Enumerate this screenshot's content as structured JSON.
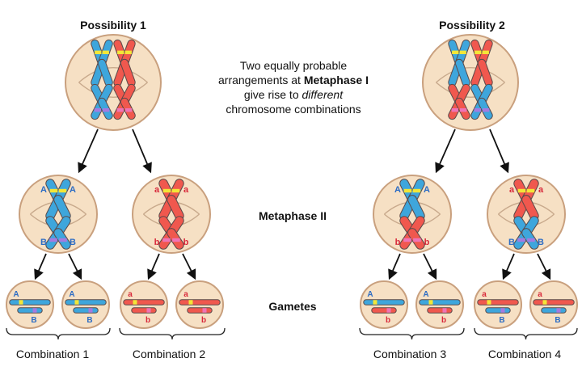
{
  "header": {
    "possibility_1": "Possibility 1",
    "possibility_2": "Possibility 2"
  },
  "caption": {
    "line1": "Two equally probable",
    "line2_pre": "arrangements at ",
    "line2_bold": "Metaphase I",
    "line3_pre": "give rise to ",
    "line3_italic": "different",
    "line4": "chromosome combinations"
  },
  "stage_labels": {
    "metaphase_ii": "Metaphase II",
    "gametes": "Gametes"
  },
  "combinations": [
    "Combination 1",
    "Combination 2",
    "Combination 3",
    "Combination 4"
  ],
  "alleles": {
    "upper_dominant": "A",
    "upper_recessive": "a",
    "lower_dominant": "B",
    "lower_recessive": "b"
  },
  "colors": {
    "cell_fill": "#f6e0c4",
    "cell_stroke": "#c9a07e",
    "blue_chromosome": "#3ea6dc",
    "red_chromosome": "#f0584e",
    "yellow_band": "#f3e638",
    "purple_band": "#a47be0",
    "pink_band": "#ef74b6",
    "blue_text": "#2c6cc4",
    "red_text": "#d8283a"
  }
}
